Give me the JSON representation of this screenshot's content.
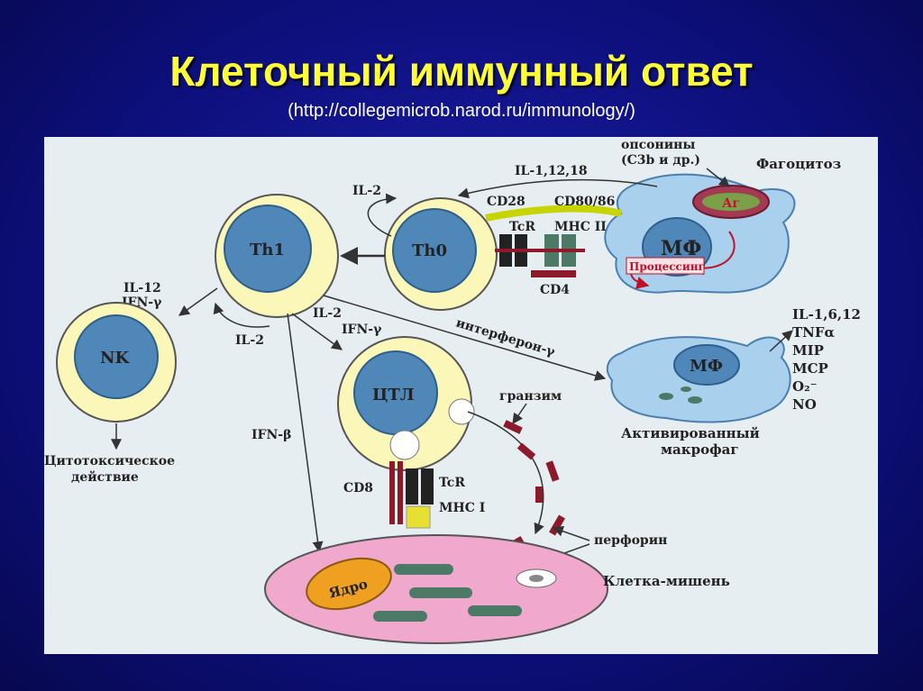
{
  "slide": {
    "title": "Клеточный иммунный ответ",
    "source": "(http://collegemicrob.narod.ru/immunology/)"
  },
  "cells": {
    "th1": "Th1",
    "th0": "Th0",
    "nk": "NK",
    "ctl": "ЦТЛ",
    "mf_top": "МФ",
    "mf_activated": "МФ",
    "nucleus": "Ядро",
    "antigen": "Аг"
  },
  "labels": {
    "opsonins": "опсонины",
    "opsonins2": "(С3b и др.)",
    "phagocytosis": "Фагоцитоз",
    "il_1_12_18": "IL-1,12,18",
    "il2_top": "IL-2",
    "cd28": "CD28",
    "cd80_86": "CD80/86",
    "tcr_top": "TcR",
    "mhc2": "MHC II",
    "processing": "Процессинг",
    "cd4": "CD4",
    "il12": "IL-12",
    "ifn_g_left": "IFN-γ",
    "il2_mid": "IL-2",
    "ifn_g_mid": "IFN-γ",
    "il2_low": "IL-2",
    "interferon_g": "интерферон-γ",
    "ifn_b": "IFN-β",
    "granzyme": "гранзим",
    "cd8": "CD8",
    "tcr_low": "TcR",
    "mhc1": "MHC I",
    "perforin": "перфорин",
    "target_cell": "Клетка-мишень",
    "cytotoxic1": "Цитотоксическое",
    "cytotoxic2": "действие",
    "activated1": "Активированный",
    "activated2": "макрофаг"
  },
  "cytokines": [
    "IL-1,6,12",
    "TNFα",
    "MIP",
    "MCP",
    "O₂⁻",
    "NO"
  ],
  "colors": {
    "cell_outer": "#fbf7b8",
    "cell_nucleus": "#4f88b8",
    "macrophage": "#a9d0ec",
    "target_cell": "#f0a8cc",
    "granule": "#8c1a2a",
    "title": "#ffff33"
  }
}
